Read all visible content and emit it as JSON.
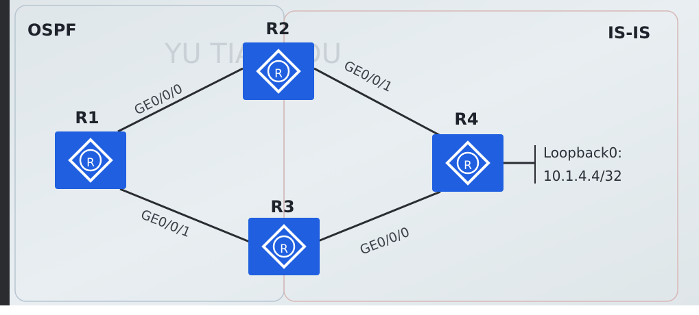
{
  "diagram": {
    "areas": [
      {
        "name": "OSPF"
      },
      {
        "name": "IS-IS"
      }
    ],
    "watermark": "YU TIAN EDU",
    "routers": [
      {
        "name": "R1"
      },
      {
        "name": "R2"
      },
      {
        "name": "R3"
      },
      {
        "name": "R4"
      }
    ],
    "router_icon_letter": "R",
    "links": [
      {
        "from": "R1",
        "to": "R2",
        "interface": "GE0/0/0"
      },
      {
        "from": "R2",
        "to": "R4",
        "interface": "GE0/0/1"
      },
      {
        "from": "R1",
        "to": "R3",
        "interface": "GE0/0/1"
      },
      {
        "from": "R3",
        "to": "R4",
        "interface": "GE0/0/0"
      }
    ],
    "loopback": {
      "label": "Loopback0:",
      "address": "10.1.4.4/32"
    },
    "colors": {
      "router": "#1f5fe0",
      "background": "#e4eaee",
      "line": "#2a2d33"
    }
  }
}
